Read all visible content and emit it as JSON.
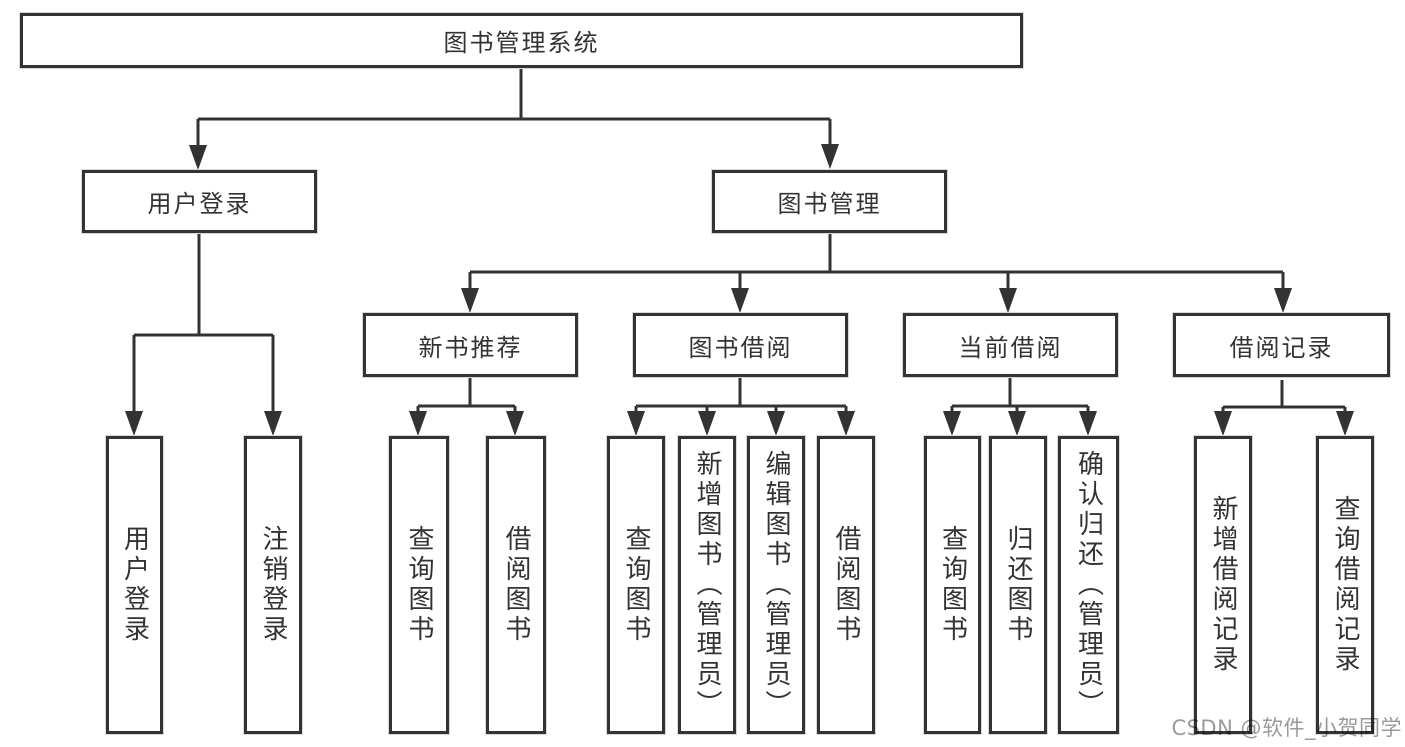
{
  "diagram": {
    "title": "图书管理系统",
    "level2": [
      {
        "id": "user-login",
        "label": "用户登录"
      },
      {
        "id": "book-management",
        "label": "图书管理"
      }
    ],
    "level3": [
      {
        "id": "new-book-recommend",
        "parent": "图书管理",
        "label": "新书推荐"
      },
      {
        "id": "book-borrow",
        "parent": "图书管理",
        "label": "图书借阅"
      },
      {
        "id": "current-borrow",
        "parent": "图书管理",
        "label": "当前借阅"
      },
      {
        "id": "borrow-records",
        "parent": "图书管理",
        "label": "借阅记录"
      }
    ],
    "leaves": [
      {
        "parent": "用户登录",
        "label": "用户登录"
      },
      {
        "parent": "用户登录",
        "label": "注销登录"
      },
      {
        "parent": "新书推荐",
        "label": "查询图书"
      },
      {
        "parent": "新书推荐",
        "label": "借阅图书"
      },
      {
        "parent": "图书借阅",
        "label": "查询图书"
      },
      {
        "parent": "图书借阅",
        "label": "新增图书（管理员）"
      },
      {
        "parent": "图书借阅",
        "label": "编辑图书（管理员）"
      },
      {
        "parent": "图书借阅",
        "label": "借阅图书"
      },
      {
        "parent": "当前借阅",
        "label": "查询图书"
      },
      {
        "parent": "当前借阅",
        "label": "归还图书"
      },
      {
        "parent": "当前借阅",
        "label": "确认归还（管理员）"
      },
      {
        "parent": "借阅记录",
        "label": "新增借阅记录"
      },
      {
        "parent": "借阅记录",
        "label": "查询借阅记录"
      }
    ]
  },
  "watermark": {
    "text": "CSDN @软件_小贺同学"
  },
  "colors": {
    "line": "#333333",
    "box_border": "#333333",
    "text": "#333333",
    "background": "#ffffff",
    "watermark": "#9a9a9a"
  }
}
